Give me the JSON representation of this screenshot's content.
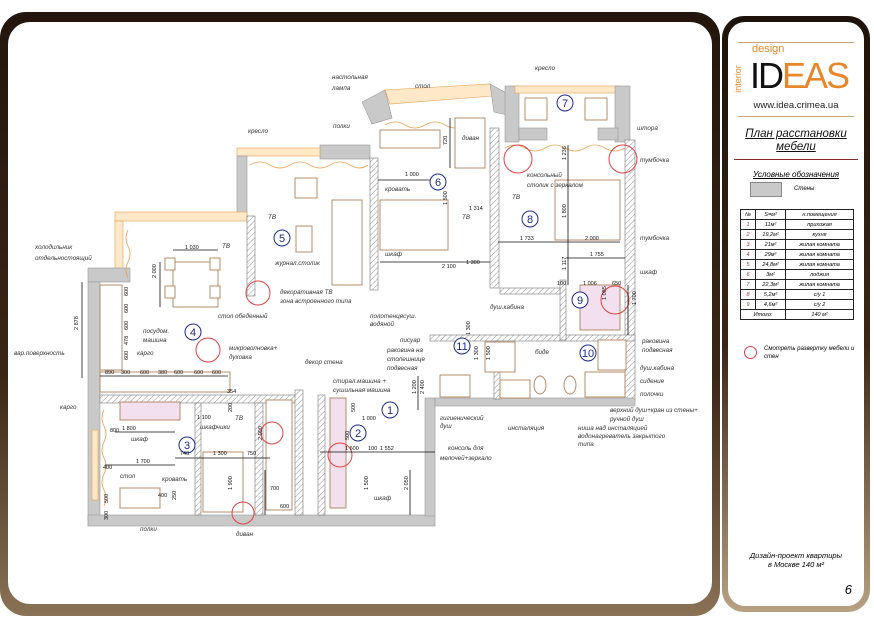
{
  "brand": {
    "design": "design",
    "interior": "interior",
    "logo_id": "ID",
    "logo_eas": "EAS",
    "url": "www.idea.crimea.ua"
  },
  "sheet_title": "План расстановки мебели",
  "legend": {
    "heading": "Условные обозначения",
    "walls": "Стены",
    "circle_note": "Смотреть развертку мебели и стен",
    "colors": {
      "wall": "#c9c9c9",
      "circle": "#dd4444",
      "furniture": "#b0805a",
      "window": "#e8a050"
    }
  },
  "area_table": {
    "headers": [
      "№",
      "S=м²",
      "н.помещения"
    ],
    "rows": [
      {
        "n": "1",
        "area": "11м²",
        "name": "прихожая"
      },
      {
        "n": "2",
        "area": "19,2м²",
        "name": "кухня"
      },
      {
        "n": "3",
        "area": "21м²",
        "name": "жилая комната"
      },
      {
        "n": "4",
        "area": "29м²",
        "name": "жилая комната"
      },
      {
        "n": "5",
        "area": "24,8м²",
        "name": "жилая комната"
      },
      {
        "n": "6",
        "area": "3м²",
        "name": "лоджия"
      },
      {
        "n": "7",
        "area": "22,3м²",
        "name": "жилая комната"
      },
      {
        "n": "8",
        "area": "5,2м²",
        "name": "с/у 1"
      },
      {
        "n": "9",
        "area": "4,6м²",
        "name": "с/у 2"
      }
    ],
    "total_label": "Итого:",
    "total_value": "140 м²"
  },
  "footer": {
    "line1": "Дизайн-проект квартиры",
    "line2": "в Москве  140 м²",
    "page": "6"
  },
  "plan": {
    "room_numbers": [
      "1",
      "2",
      "3",
      "4",
      "5",
      "6",
      "7",
      "8",
      "9",
      "10",
      "11"
    ],
    "annotations": [
      "настольная",
      "лампа",
      "стол",
      "полки",
      "диван",
      "кресло",
      "кресло",
      "штора",
      "тумбочка",
      "консольный",
      "столик с зеркалом",
      "кровать",
      "ТВ",
      "ТВ",
      "ТВ",
      "ТВ",
      "журнал.столик",
      "холодильник",
      "отдельностоящий",
      "тумбочка",
      "шкаф",
      "шкаф",
      "декоративная ТВ",
      "зона встроенного типа",
      "стол обеденный",
      "посудом.",
      "машина",
      "карго",
      "вар.поверхность",
      "микроволновка+",
      "духовка",
      "декор стена",
      "стирал.машина +",
      "сушильная машина",
      "карго",
      "шкафчики",
      "ТВ",
      "шкаф",
      "стол",
      "кровать",
      "полки",
      "диван",
      "шкаф",
      "консоль для",
      "мелочей+зеркало",
      "полотенцесуш.",
      "водяной",
      "писуар",
      "раковина на",
      "столешнице",
      "подвесная",
      "душ.кабина",
      "биде",
      "раковина",
      "подвесная",
      "душ.кабина",
      "сидение",
      "полочки",
      "гигиенический",
      "душ",
      "инсталяция",
      "верхний душ+кран из стены+",
      "ручной душ",
      "ниша над инсталяцией",
      "водонагреватель закрытого",
      "типа"
    ],
    "dimensions": [
      "1 030",
      "2 000",
      "2 878",
      "600",
      "600",
      "600",
      "478",
      "600",
      "890",
      "300",
      "600",
      "380",
      "600",
      "600",
      "600",
      "354",
      "1 100",
      "200",
      "800",
      "1 800",
      "400",
      "1 700",
      "500",
      "300",
      "400",
      "250",
      "740",
      "1 300",
      "750",
      "1 900",
      "2 000",
      "700",
      "600",
      "500",
      "1 000",
      "500",
      "1 600",
      "100",
      "1 552",
      "1 500",
      "2 050",
      "1 200",
      "2 400",
      "1 000",
      "720",
      "1 500",
      "1 314",
      "2 100",
      "1 300",
      "1 733",
      "2 000",
      "1 800",
      "1 236",
      "1 117",
      "1 755",
      "100",
      "1 006",
      "1 085",
      "650",
      "1 700",
      "1 300",
      "1 500",
      "1 300"
    ]
  }
}
